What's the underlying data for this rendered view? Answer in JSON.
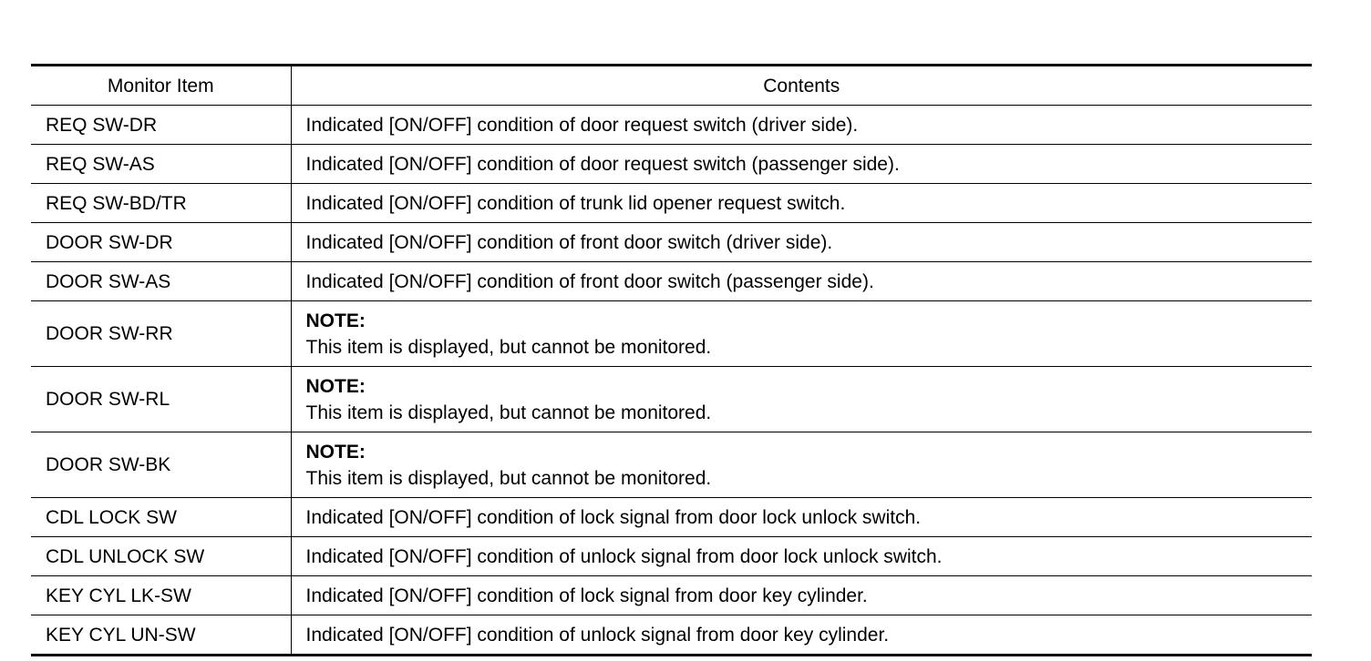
{
  "table": {
    "headers": [
      "Monitor Item",
      "Contents"
    ],
    "rows": [
      {
        "item": "REQ SW-DR",
        "content": "Indicated [ON/OFF] condition of door request switch (driver side)."
      },
      {
        "item": "REQ SW-AS",
        "content": "Indicated [ON/OFF] condition of door request switch (passenger side)."
      },
      {
        "item": "REQ SW-BD/TR",
        "content": "Indicated [ON/OFF] condition of trunk lid opener request switch."
      },
      {
        "item": "DOOR SW-DR",
        "content": "Indicated [ON/OFF] condition of front door switch (driver side)."
      },
      {
        "item": "DOOR SW-AS",
        "content": "Indicated [ON/OFF] condition of front door switch (passenger side)."
      },
      {
        "item": "DOOR SW-RR",
        "note": "NOTE:",
        "content": "This item is displayed, but cannot be monitored."
      },
      {
        "item": "DOOR SW-RL",
        "note": "NOTE:",
        "content": "This item is displayed, but cannot be monitored."
      },
      {
        "item": "DOOR SW-BK",
        "note": "NOTE:",
        "content": "This item is displayed, but cannot be monitored."
      },
      {
        "item": "CDL LOCK SW",
        "content": "Indicated [ON/OFF] condition of lock signal from door lock unlock switch."
      },
      {
        "item": "CDL UNLOCK SW",
        "content": "Indicated [ON/OFF] condition of unlock signal from door lock unlock switch."
      },
      {
        "item": "KEY CYL LK-SW",
        "content": "Indicated [ON/OFF] condition of lock signal from door key cylinder."
      },
      {
        "item": "KEY CYL UN-SW",
        "content": "Indicated [ON/OFF] condition of unlock signal from door key cylinder."
      }
    ]
  }
}
